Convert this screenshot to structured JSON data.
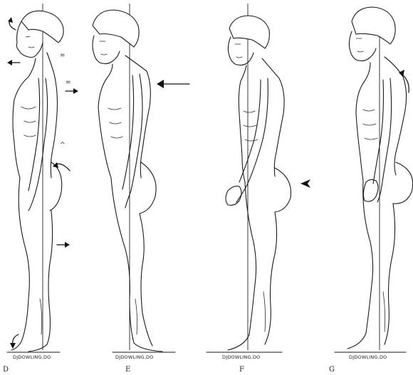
{
  "signature": "DJDOWLING,DO",
  "panels": [
    {
      "label": "D",
      "signature": "DJDOWLING,DO"
    },
    {
      "label": "E",
      "signature": "DJDOWLING,DO"
    },
    {
      "label": "F",
      "signature": "DJDOWLING,DO"
    },
    {
      "label": "G",
      "signature": "DJDOWLING,DO"
    }
  ],
  "marks": {
    "equals_1": "=",
    "equals_2": "=",
    "caret": "^"
  },
  "colors": {
    "ink": "#1a1a1a",
    "background": "#ffffff"
  }
}
